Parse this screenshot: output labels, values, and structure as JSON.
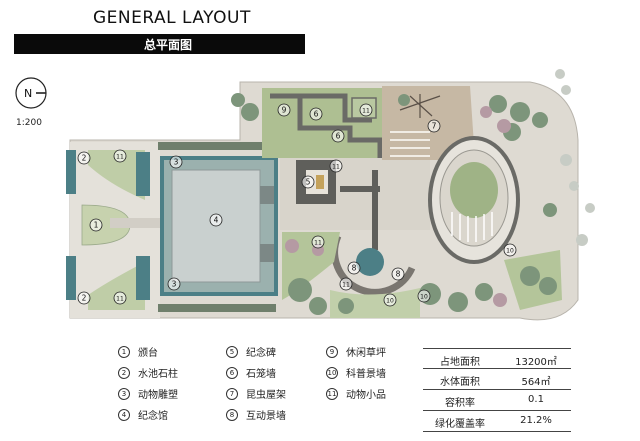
{
  "header": {
    "title": "GENERAL LAYOUT",
    "subtitle": "总平面图"
  },
  "north_arrow": {
    "label": "N"
  },
  "scale": "1:200",
  "plan_labels": [
    {
      "num": "1"
    },
    {
      "num": "2"
    },
    {
      "num": "2"
    },
    {
      "num": "3"
    },
    {
      "num": "3"
    },
    {
      "num": "4"
    },
    {
      "num": "5"
    },
    {
      "num": "6"
    },
    {
      "num": "6"
    },
    {
      "num": "7"
    },
    {
      "num": "8"
    },
    {
      "num": "8"
    },
    {
      "num": "9"
    },
    {
      "num": "10"
    },
    {
      "num": "10"
    },
    {
      "num": "10"
    },
    {
      "num": "11"
    },
    {
      "num": "11"
    },
    {
      "num": "11"
    },
    {
      "num": "11"
    },
    {
      "num": "11"
    },
    {
      "num": "11"
    }
  ],
  "legend": [
    {
      "num": "1",
      "label": "颁台"
    },
    {
      "num": "2",
      "label": "水池石柱"
    },
    {
      "num": "3",
      "label": "动物雕塑"
    },
    {
      "num": "4",
      "label": "纪念馆"
    },
    {
      "num": "5",
      "label": "纪念碑"
    },
    {
      "num": "6",
      "label": "石笼墙"
    },
    {
      "num": "7",
      "label": "昆虫屋架"
    },
    {
      "num": "8",
      "label": "互动景墙"
    },
    {
      "num": "9",
      "label": "休闲草坪"
    },
    {
      "num": "10",
      "label": "科普景墙"
    },
    {
      "num": "11",
      "label": "动物小品"
    }
  ],
  "stats": [
    {
      "key": "占地面积",
      "value": "13200㎡"
    },
    {
      "key": "水体面积",
      "value": "564㎡"
    },
    {
      "key": "容积率",
      "value": "0.1"
    },
    {
      "key": "绿化覆盖率",
      "value": "21.2%"
    }
  ],
  "colors": {
    "paving": "#dedad2",
    "lawn": "#b9c8a1",
    "water": "#4c7f86",
    "tree": "#7d957b",
    "building": "#c9d0cf",
    "wall": "#6a6a66",
    "sand": "#c6b8a4"
  }
}
